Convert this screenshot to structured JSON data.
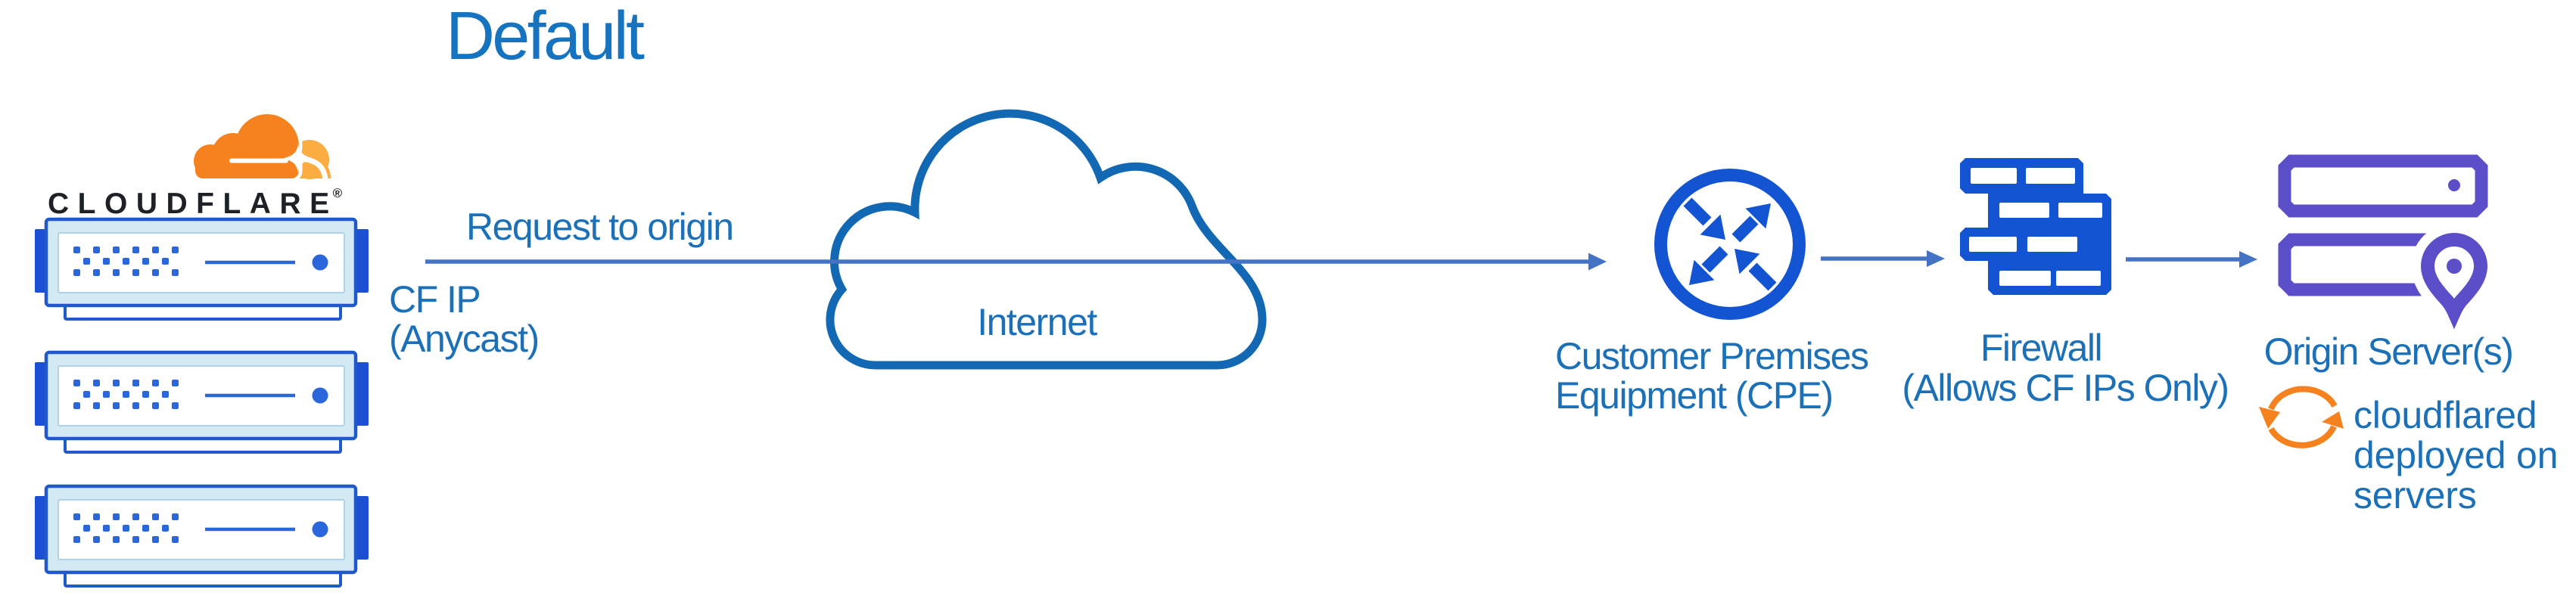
{
  "title": "Default",
  "brand": {
    "wordmark": "CLOUDFLARE",
    "registered_mark": "®"
  },
  "edge": {
    "label": "Request to origin",
    "sublabel_line1": "CF IP",
    "sublabel_line2": "(Anycast)"
  },
  "nodes": {
    "internet_label": "Internet",
    "cpe_label_line1": "Customer Premises",
    "cpe_label_line2": "Equipment (CPE)",
    "firewall_label_line1": "Firewall",
    "firewall_label_line2": "(Allows CF IPs Only)",
    "origin_label": "Origin Server(s)",
    "origin_note_line1": "cloudflared",
    "origin_note_line2": "deployed on",
    "origin_note_line3": "servers"
  },
  "icons": {
    "cloudflare_logo": "cloudflare-cloud-logo",
    "edge_servers": "cloudflare-edge-server-stack",
    "internet": "internet-cloud",
    "cpe": "router-crossed-arrows",
    "firewall": "brick-wall",
    "origin": "server-rack-with-location-pin",
    "cloudflared": "sync-circular-arrows"
  },
  "colors": {
    "title_blue": "#1673C0",
    "label_blue": "#1B70B8",
    "connector_blue": "#4472C4",
    "cloud_blue": "#1368B4",
    "icon_blue": "#1254D1",
    "server_border": "#2059CC",
    "server_tab": "#1D4FD2",
    "server_fill": "#D3E9F4",
    "server_inner_edge": "#AFD2E8",
    "server_detail": "#2A66DC",
    "purple": "#5C4EC9",
    "orange": "#F6821F",
    "orange_light": "#FBAD41",
    "wordmark_black": "#1E2226"
  }
}
